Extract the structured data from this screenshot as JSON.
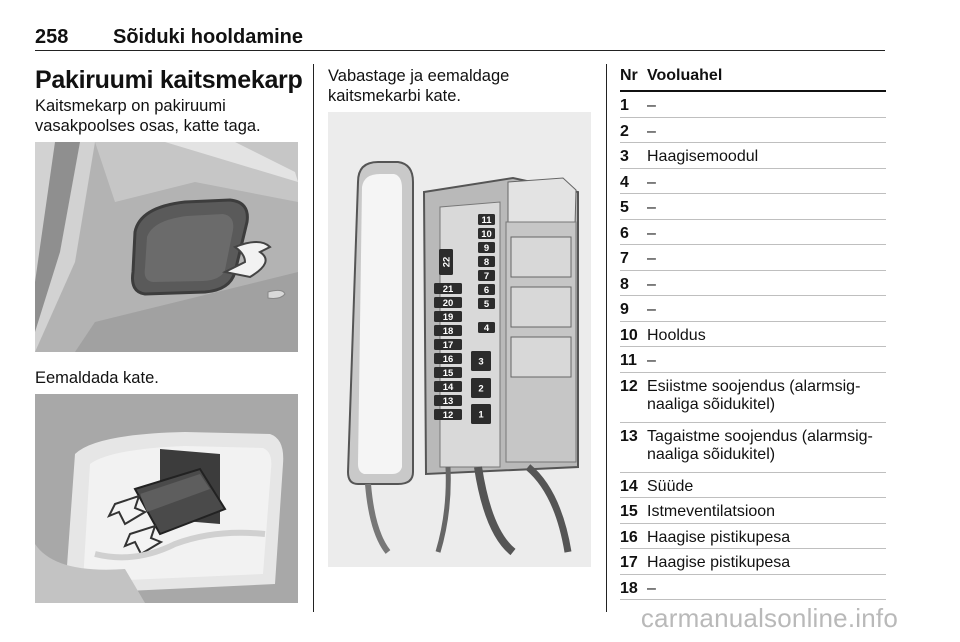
{
  "header": {
    "page_number": "258",
    "title": "Sõiduki hooldamine"
  },
  "left_column": {
    "section_title": "Pakiruumi kaitsmekarp",
    "intro_text_line1": "Kaitsmekarp on pakiruumi",
    "intro_text_line2": "vasakpoolses osas, katte taga.",
    "caption": "Eemaldada kate."
  },
  "middle_column": {
    "text_line1": "Vabastage ja eemaldage",
    "text_line2": "kaitsmekarbi kate.",
    "fuse_labels": [
      "22",
      "21",
      "20",
      "19",
      "18",
      "17",
      "16",
      "15",
      "14",
      "13",
      "12",
      "11",
      "10",
      "9",
      "8",
      "7",
      "6",
      "5",
      "4",
      "3",
      "2",
      "1"
    ]
  },
  "fuse_table": {
    "col_nr": "Nr",
    "col_circuit": "Vooluahel",
    "rows": [
      {
        "nr": "1",
        "desc": "–"
      },
      {
        "nr": "2",
        "desc": "–"
      },
      {
        "nr": "3",
        "desc": "Haagisemoodul"
      },
      {
        "nr": "4",
        "desc": "–"
      },
      {
        "nr": "5",
        "desc": "–"
      },
      {
        "nr": "6",
        "desc": "–"
      },
      {
        "nr": "7",
        "desc": "–"
      },
      {
        "nr": "8",
        "desc": "–"
      },
      {
        "nr": "9",
        "desc": "–"
      },
      {
        "nr": "10",
        "desc": "Hooldus"
      },
      {
        "nr": "11",
        "desc": "–"
      },
      {
        "nr": "12",
        "desc": "Esiistme soojendus (alarmsig-",
        "desc2": "naaliga sõidukitel)"
      },
      {
        "nr": "13",
        "desc": "Tagaistme soojendus (alarmsig-",
        "desc2": "naaliga sõidukitel)"
      },
      {
        "nr": "14",
        "desc": "Süüde"
      },
      {
        "nr": "15",
        "desc": "Istmeventilatsioon"
      },
      {
        "nr": "16",
        "desc": "Haagise pistikupesa"
      },
      {
        "nr": "17",
        "desc": "Haagise pistikupesa"
      },
      {
        "nr": "18",
        "desc": "–"
      }
    ]
  },
  "watermark": "carmanualsonline.info"
}
